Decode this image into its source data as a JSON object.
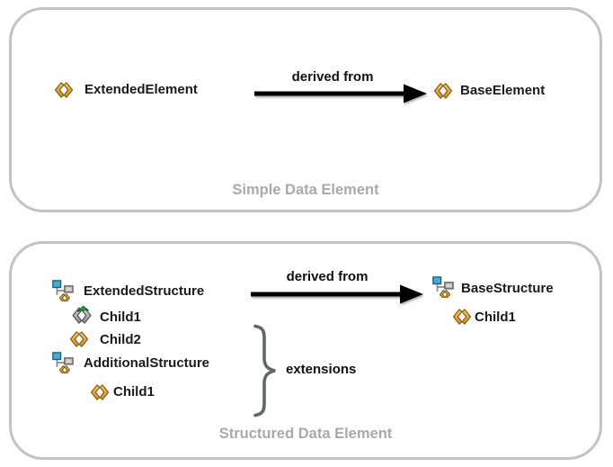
{
  "simple_panel": {
    "caption": "Simple Data Element",
    "extended_element_label": "ExtendedElement",
    "base_element_label": "BaseElement",
    "arrow_label": "derived from"
  },
  "structured_panel": {
    "caption": "Structured Data Element",
    "extended_structure_label": "ExtendedStructure",
    "child1_label": "Child1",
    "child2_label": "Child2",
    "additional_structure_label": "AdditionalStructure",
    "nested_child1_label": "Child1",
    "arrow_label": "derived from",
    "base_structure_label": "BaseStructure",
    "base_child1_label": "Child1",
    "brace_label": "extensions"
  },
  "icons": {
    "element": "xml-element-icon (gold angle brackets)",
    "inherited_element": "gray-element-icon with green arrow overlay",
    "structure": "structure-icon (blue node, gray node, small element)"
  },
  "colors": {
    "panel_border": "#C3C3C3",
    "caption_text": "#A9A9A9",
    "item_text": "#1B1B1B",
    "element_icon_gold": "#E8A63C",
    "element_icon_outline": "#7E5D15",
    "gray_element_fill": "#ACACAC",
    "green_overlay": "#44A04F",
    "structure_blue": "#41ADDC",
    "structure_gray": "#ABABAB",
    "brace_green": "#5D6B5F",
    "arrow_color": "#000000"
  }
}
